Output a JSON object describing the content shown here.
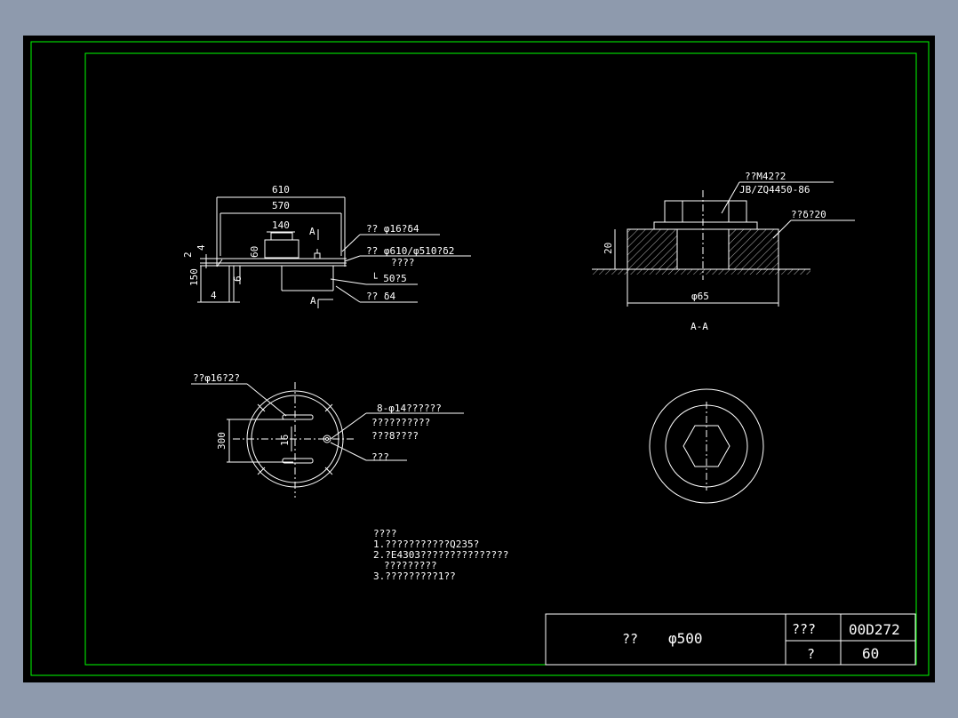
{
  "colors": {
    "background": "#000000",
    "line": "#ffffff",
    "frame": "#00ff00",
    "outer_gradient": "#8e9aad"
  },
  "top_view": {
    "dim_610": "610",
    "dim_570": "570",
    "dim_140": "140",
    "dim_60": "60",
    "dim_2": "2",
    "dim_4": "4",
    "dim_150": "150",
    "dim_6": "6",
    "dim_4b": "4",
    "section_mark": "A",
    "section_mark_b": "A",
    "label_1": "?? φ16?δ4",
    "label_2": "?? φ610/φ510?δ2",
    "label_2b": "????",
    "label_3": "└ 50?5",
    "label_4": "?? δ4"
  },
  "section_view": {
    "label_1": "??M42?2",
    "label_2": "JB/ZQ4450-86",
    "label_3": "??δ?20",
    "dim_20": "20",
    "dim_65": "φ65",
    "title": "A-A"
  },
  "plan_view": {
    "label_1": "??φ16?2?",
    "dim_300": "300",
    "dim_16": "16",
    "label_2": "8-φ14??????",
    "label_3": "??????????",
    "label_4": "???8????",
    "label_5": "???"
  },
  "notes": {
    "header": "????",
    "line_1": "1.???????????Q235?",
    "line_2": "2.?E4303???????????????",
    "line_2b": "?????????",
    "line_3": "3.?????????1??"
  },
  "title_block": {
    "name": "??",
    "size": "φ500",
    "label_dwg": "???",
    "dwg_no": "00D272",
    "label_page": "?",
    "page": "60"
  }
}
